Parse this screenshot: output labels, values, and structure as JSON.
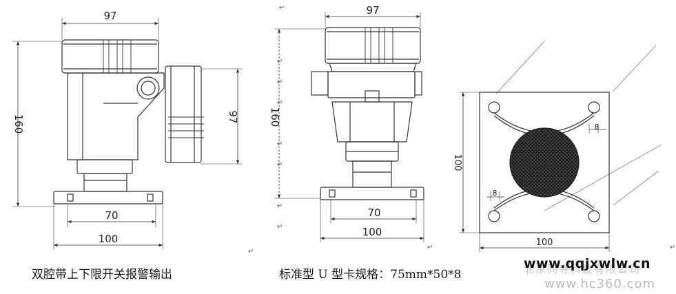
{
  "dimensions": {
    "left_width_top": "97",
    "left_height_total": "160",
    "left_height_side": "97",
    "left_flange_inner": "70",
    "left_flange_outer": "100",
    "mid_width_top": "97",
    "mid_height_total": "160",
    "mid_flange_inner": "70",
    "mid_flange_outer": "100",
    "right_plate_height": "100",
    "right_plate_width": "100",
    "right_slot_top": "8",
    "right_slot_bottom": "8"
  },
  "captions": {
    "left": "双腔带上下限开关报警输出",
    "right": "标准型 U 型卡规格：75mm*50*8"
  },
  "watermarks": {
    "url": "www.qqjxwlw.cn",
    "company": "北京同寺科技有限公司",
    "site": "www.hc360.com"
  },
  "return_mark": "↵",
  "colors": {
    "line": "#333333",
    "text": "#222222",
    "mesh": "#2a2a2a",
    "hatch": "#8a8a8a"
  }
}
